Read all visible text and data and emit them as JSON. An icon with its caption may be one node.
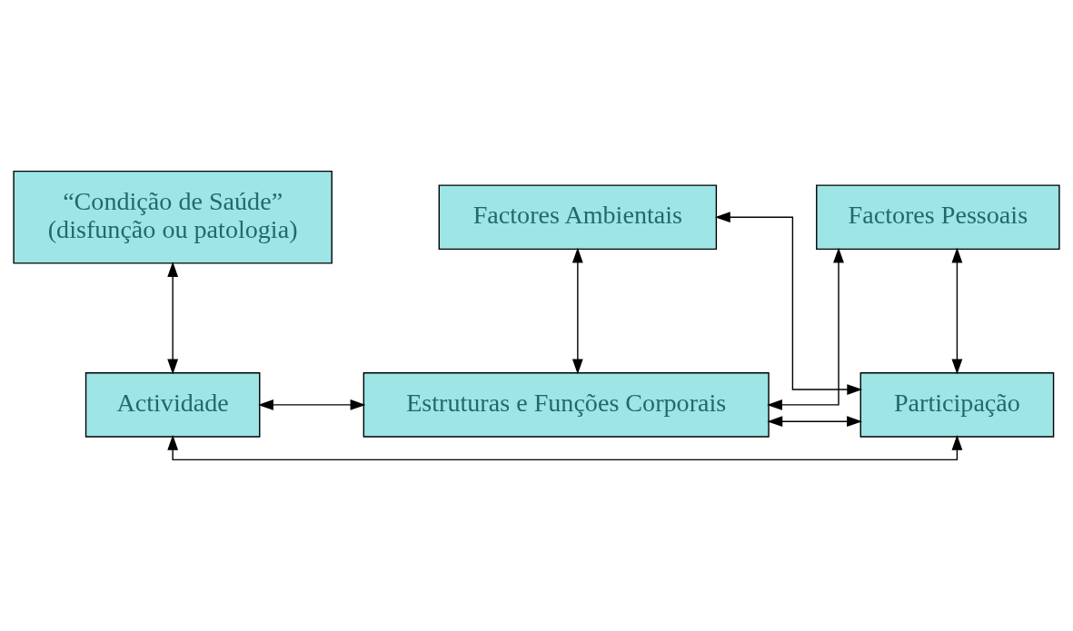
{
  "diagram": {
    "nodes": [
      {
        "text": [
          "“Condição de Saúde”",
          "(disfunção ou patologia)"
        ]
      },
      {
        "text": [
          "Estruturas e Funções Corporais"
        ]
      },
      {
        "text": [
          "Actividade"
        ]
      },
      {
        "text": [
          "Participação"
        ]
      },
      {
        "text": [
          "Factores Pessoais"
        ]
      },
      {
        "text": [
          "Factores Ambientais"
        ]
      }
    ],
    "edges": [
      {
        "from": 0,
        "to": 2,
        "arrow": "both"
      },
      {
        "from": 1,
        "to": 3,
        "arrow": "both"
      },
      {
        "from": 1,
        "to": 2,
        "arrow": "both"
      },
      {
        "from": 2,
        "to": 3,
        "arrow": "both"
      },
      {
        "from": 4,
        "to": 1,
        "arrow": "both"
      },
      {
        "from": 4,
        "to": 3,
        "arrow": "both"
      },
      {
        "from": 5,
        "to": 1,
        "arrow": "both"
      },
      {
        "from": 5,
        "to": 3,
        "arrow": "both"
      }
    ]
  }
}
